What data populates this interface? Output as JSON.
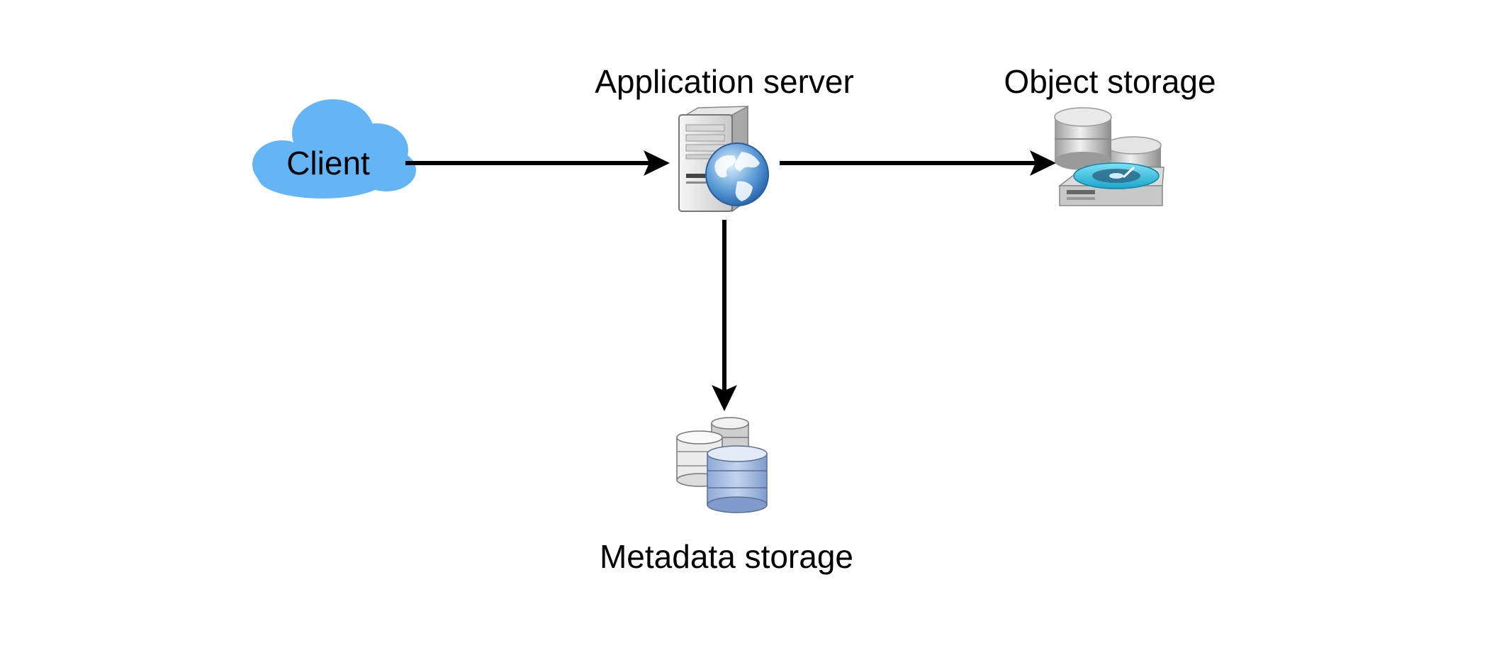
{
  "nodes": {
    "client": {
      "label": "Client",
      "icon": "cloud-icon"
    },
    "app_server": {
      "label": "Application server",
      "icon": "server-globe-icon"
    },
    "object_storage": {
      "label": "Object storage",
      "icon": "disk-storage-icon"
    },
    "metadata_storage": {
      "label": "Metadata storage",
      "icon": "database-stack-icon"
    }
  },
  "edges": [
    {
      "from": "client",
      "to": "app_server"
    },
    {
      "from": "app_server",
      "to": "object_storage"
    },
    {
      "from": "app_server",
      "to": "metadata_storage"
    }
  ],
  "colors": {
    "cloud": "#64b5f6",
    "arrow": "#000000",
    "metadata_db_front": "#a9bfe2",
    "metadata_db_back": "#e8e8e8",
    "disk_accent": "#22b8d8"
  }
}
